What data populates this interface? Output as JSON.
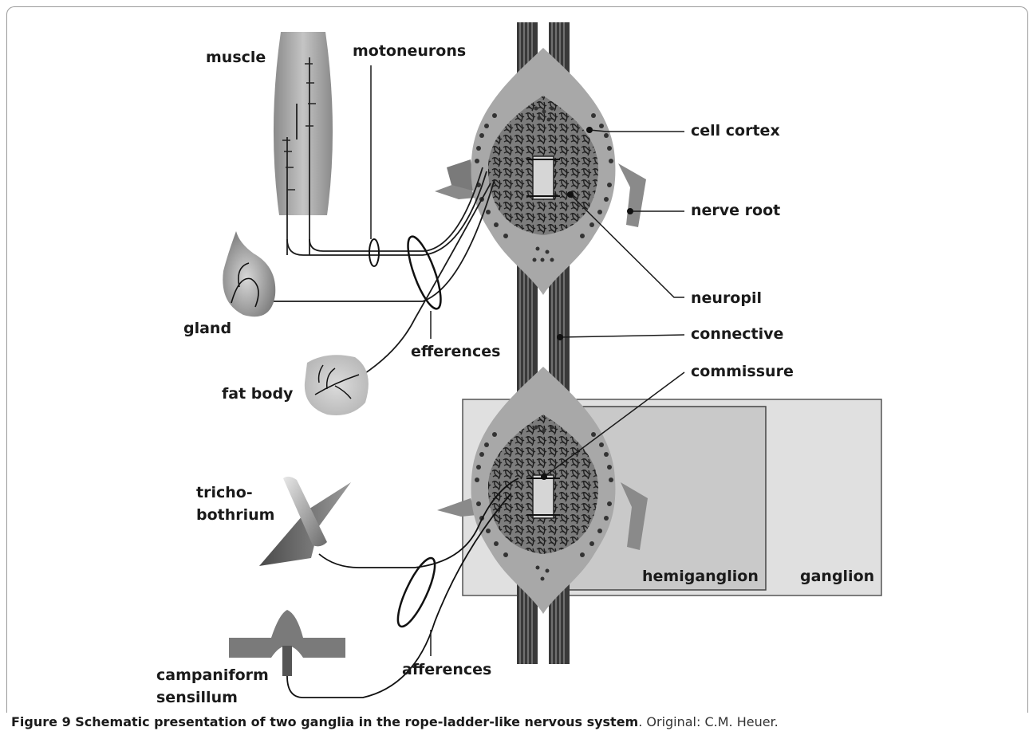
{
  "labels": {
    "muscle": "muscle",
    "motoneurons": "motoneurons",
    "cell_cortex": "cell cortex",
    "nerve_root": "nerve root",
    "neuropil": "neuropil",
    "connective": "connective",
    "commissure": "commissure",
    "gland": "gland",
    "efferences": "efferences",
    "fat_body": "fat body",
    "tricho": "tricho-",
    "bothrium": "bothrium",
    "campaniform": "campaniform",
    "sensillum": "sensillum",
    "afferences": "afferences",
    "hemiganglion": "hemiganglion",
    "ganglion": "ganglion"
  },
  "caption": {
    "title": "Figure 9 Schematic presentation of two ganglia in the rope-ladder-like nervous system",
    "credit": ". Original: C.M. Heuer."
  }
}
